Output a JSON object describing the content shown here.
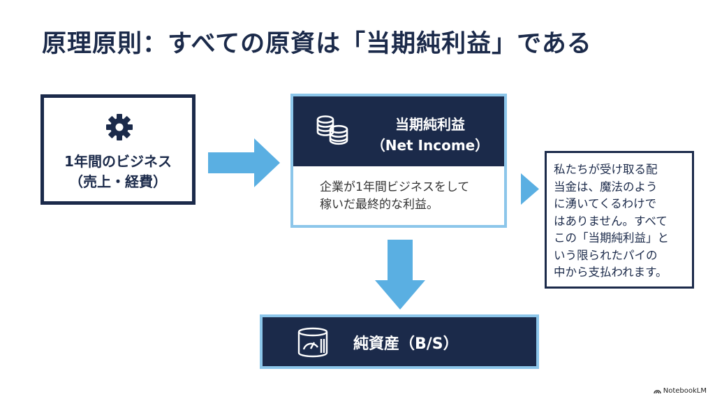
{
  "title": "原理原則：すべての原資は「当期純利益」である",
  "business_box": {
    "icon": "gear-icon",
    "line1": "1年間のビジネス",
    "line2": "（売上・経費）"
  },
  "income_box": {
    "icon": "coins-icon",
    "title": "当期純利益",
    "subtitle": "（Net Income）",
    "description_lines": [
      "企業が1年間ビジネスをして",
      "稼いだ最終的な利益。"
    ]
  },
  "note_box": {
    "lines": [
      "私たちが受け取る配",
      "当金は、魔法のよう",
      "に湧いてくるわけで",
      "はありません。すべて",
      "この「当期純利益」と",
      "いう限られたパイの",
      "中から支払われます。"
    ]
  },
  "bs_box": {
    "icon": "gauge-icon",
    "label": "純資産（B/S）"
  },
  "watermark": "NotebookLM",
  "colors": {
    "navy": "#1b2a4a",
    "light_blue": "#8cc6ea",
    "arrow_blue": "#5aafe2"
  }
}
